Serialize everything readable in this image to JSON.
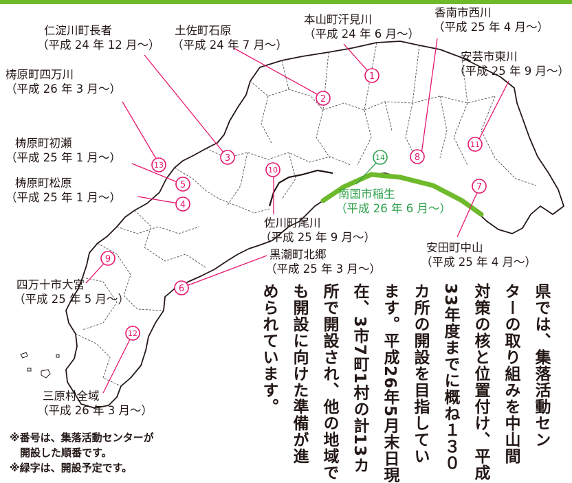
{
  "accent_color": "#e5166e",
  "planned_color": "#2ea04a",
  "markers": [
    {
      "num": "1",
      "planned": false
    },
    {
      "num": "2",
      "planned": false
    },
    {
      "num": "3",
      "planned": false
    },
    {
      "num": "4",
      "planned": false
    },
    {
      "num": "5",
      "planned": false
    },
    {
      "num": "6",
      "planned": false
    },
    {
      "num": "7",
      "planned": false
    },
    {
      "num": "8",
      "planned": false
    },
    {
      "num": "9",
      "planned": false
    },
    {
      "num": "10",
      "planned": false
    },
    {
      "num": "11",
      "planned": false
    },
    {
      "num": "12",
      "planned": false
    },
    {
      "num": "13",
      "planned": false
    },
    {
      "num": "14",
      "planned": true
    }
  ],
  "labels": [
    {
      "name": "本山町汗見川",
      "period": "（平成 24 年 6 月〜）"
    },
    {
      "name": "香南市西川",
      "period": "（平成 25 年 4 月〜）"
    },
    {
      "name": "安芸市東川",
      "period": "（平成 25 年 9 月〜）"
    },
    {
      "name": "仁淀川町長者",
      "period": "（平成 24 年 12 月〜）"
    },
    {
      "name": "土佐町石原",
      "period": "（平成 24 年 7 月〜）"
    },
    {
      "name": "梼原町四万川",
      "period": "（平成 26 年 3 月〜）"
    },
    {
      "name": "梼原町初瀬",
      "period": "（平成 25 年 1 月〜）"
    },
    {
      "name": "梼原町松原",
      "period": "（平成 25 年 1 月〜）"
    },
    {
      "name": "南国市稲生",
      "period": "（平成 26 年 6 月〜）"
    },
    {
      "name": "佐川町尾川",
      "period": "（平成 25 年 9 月〜）"
    },
    {
      "name": "安田町中山",
      "period": "（平成 25 年 4 月〜）"
    },
    {
      "name": "黒潮町北郷",
      "period": "（平成 25 年 3 月〜）"
    },
    {
      "name": "四万十市大宮",
      "period": "（平成 25 年 5 月〜）"
    },
    {
      "name": "三原村全域",
      "period": "（平成 26 年 3 月〜）"
    }
  ],
  "body_text": [
    "県では、集落活動セン",
    "ターの取り組みを中山間",
    "対策の核と位置付け、平成",
    "33年度までに概ね１３０",
    "カ所の開設を目指してい",
    "ます。平成26年5月末日現",
    "在、3市7町1村の計13カ",
    "所で開設され、他の地域で",
    "も開設に向けた準備が進",
    "められています。"
  ],
  "notes": [
    "※番号は、集落活動センターが",
    "　開設した順番です。",
    "※緑字は、開設予定です。"
  ]
}
